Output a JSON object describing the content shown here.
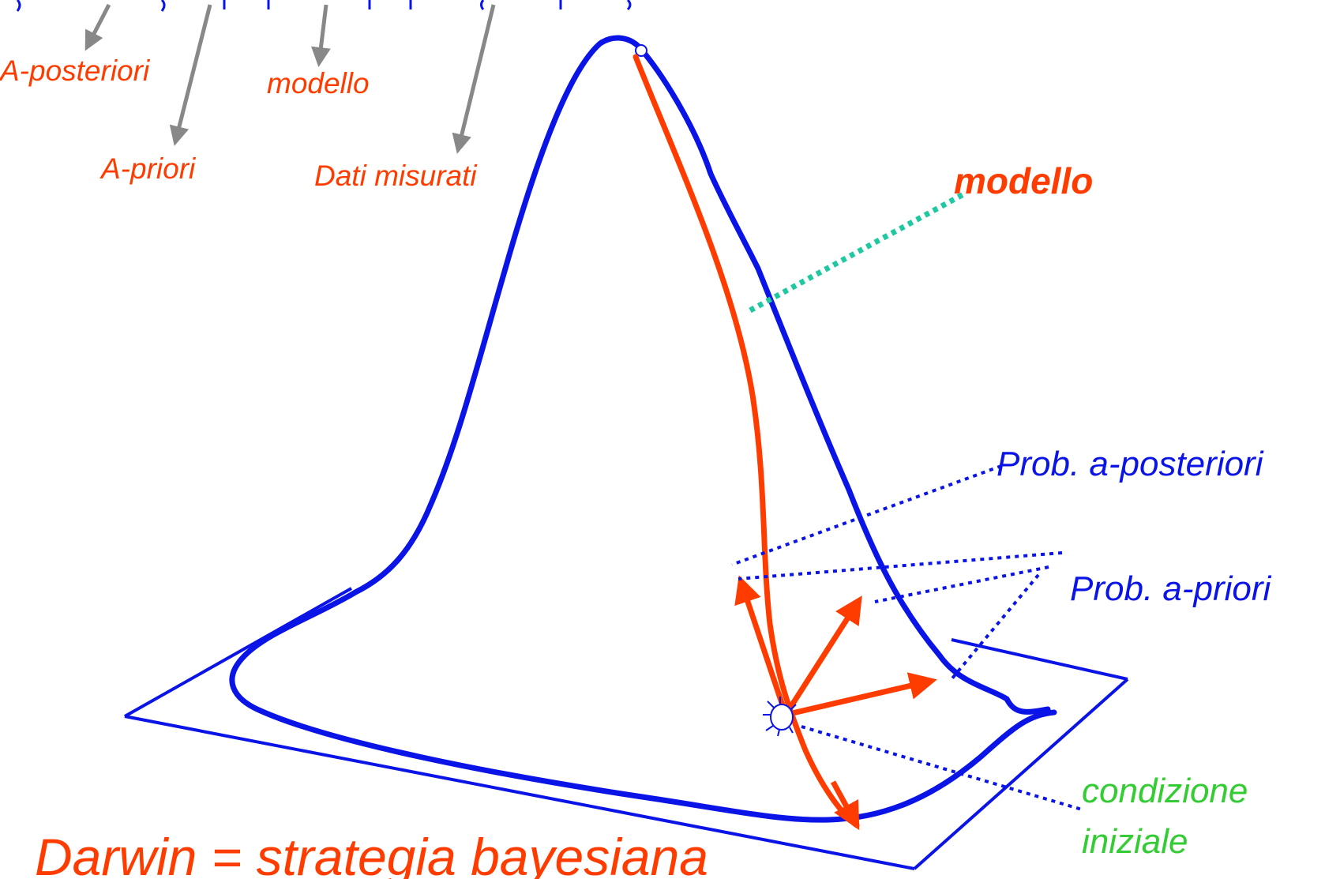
{
  "formula": {
    "labels": {
      "a_posteriori": "A-posteriori",
      "a_priori": "A-priori",
      "modello": "modello",
      "dati_misurati": "Dati misurati"
    }
  },
  "diagram": {
    "modello_label": "modello",
    "prob_a_posteriori": "Prob. a-posteriori",
    "prob_a_priori": "Prob. a-priori",
    "condizione_line1": "condizione",
    "condizione_line2": "iniziale",
    "bottom_title": "Darwin = strategia bayesiana"
  },
  "colors": {
    "red": "#ff3c00",
    "blue": "#0a14e6",
    "green": "#33cc33",
    "teal": "#1ec8a0",
    "gray": "#888888"
  }
}
